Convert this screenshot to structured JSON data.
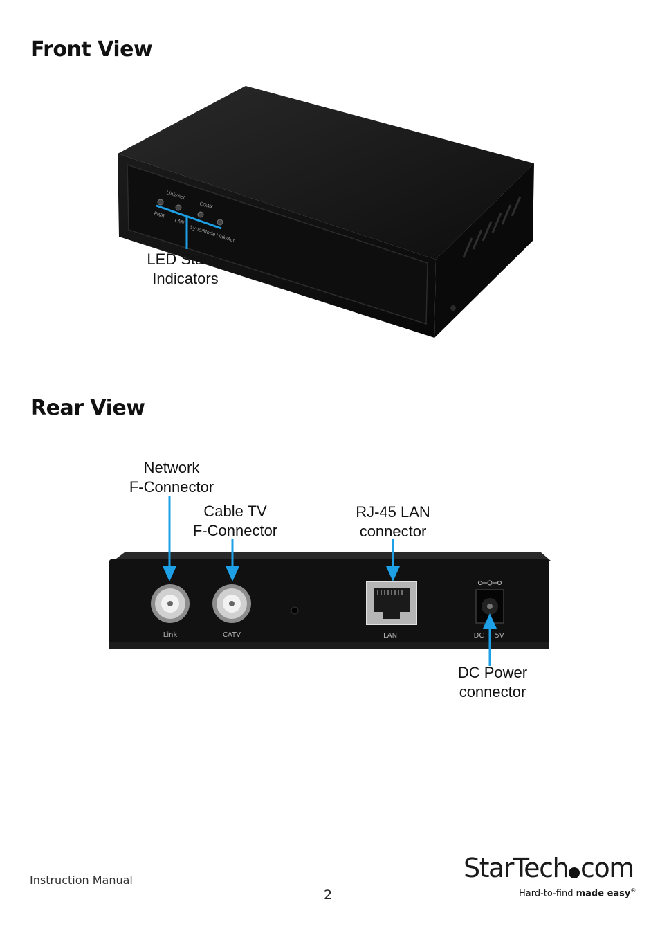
{
  "front_view": {
    "heading": "Front View",
    "callouts": {
      "led_status": "LED Status\nIndicators"
    },
    "panel_labels": {
      "link_act": "Link/Act",
      "coax": "COAX",
      "pwr": "PWR",
      "lan": "LAN",
      "sync_mode": "Sync/Mode",
      "link_act_2": "Link/Act"
    }
  },
  "rear_view": {
    "heading": "Rear View",
    "callouts": {
      "network": "Network\nF-Connector",
      "cable_tv": "Cable TV\nF-Connector",
      "rj45": "RJ-45 LAN\nconnector",
      "dc_power": "DC Power\nconnector"
    },
    "panel_labels": {
      "link": "Link",
      "catv": "CATV",
      "lan": "LAN",
      "dc": "DC",
      "volt": "5V"
    }
  },
  "footer": {
    "doc_title": "Instruction Manual",
    "page_number": "2"
  },
  "logo": {
    "word_start": "StarTech",
    "word_end": "com",
    "tag_plain": "Hard-to-find ",
    "tag_bold": "made easy",
    "tag_reg": "®"
  },
  "colors": {
    "arrow": "#1ea0e6",
    "device": "#141414"
  }
}
